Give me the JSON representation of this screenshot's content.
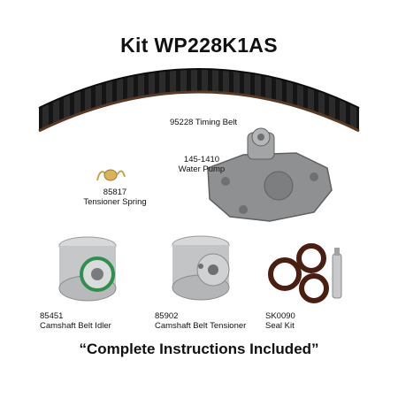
{
  "kit_title": "Kit WP228K1AS",
  "parts": {
    "timing_belt": {
      "number": "95228",
      "name": "Timing Belt",
      "line": "95228 Timing Belt"
    },
    "water_pump": {
      "number": "145-1410",
      "name": "Water Pump"
    },
    "tensioner_spring": {
      "number": "85817",
      "name": "Tensioner Spring"
    },
    "camshaft_idler": {
      "number": "85451",
      "name": "Camshaft Belt Idler"
    },
    "camshaft_tensioner": {
      "number": "85902",
      "name": "Camshaft Belt Tensioner"
    },
    "seal_kit": {
      "number": "SK0090",
      "name": "Seal Kit"
    }
  },
  "footer": "“Complete Instructions Included”"
}
